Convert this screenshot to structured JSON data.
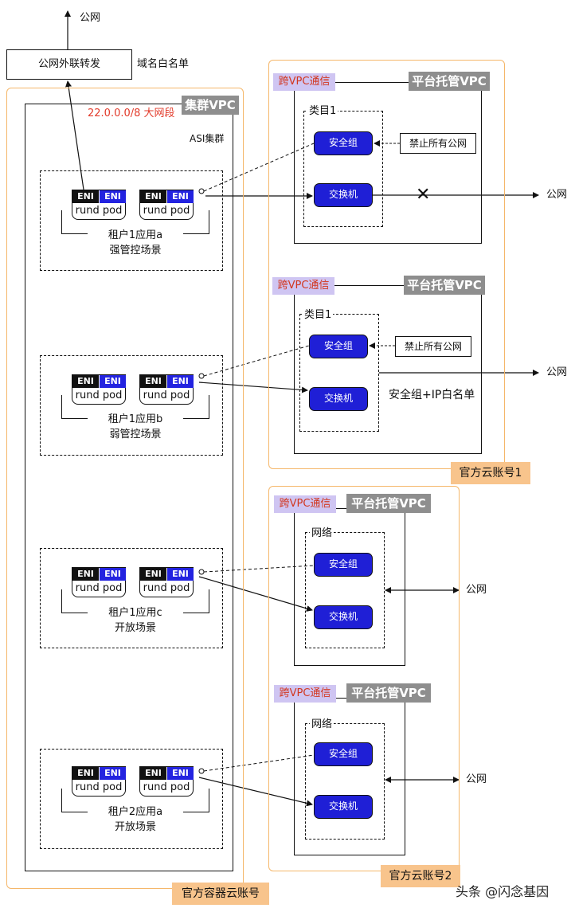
{
  "labels": {
    "public_net": "公网",
    "egress": "公网外联转发",
    "domain_whitelist": "域名白名单",
    "cluster_vpc": "集群VPC",
    "cidr": "22.0.0.0/8 大网段",
    "asi_cluster": "ASI集群",
    "eni": "ENI",
    "rund": "rund",
    "pod": "pod",
    "cross_vpc": "跨VPC通信",
    "platform_vpc": "平台托管VPC",
    "category1": "类目1",
    "network": "网络",
    "security_group": "安全组",
    "switch": "交换机",
    "ban_public": "禁止所有公网",
    "sg_ip_whitelist": "安全组+IP白名单",
    "cross_mark": "✕",
    "official_account_1": "官方云账号1",
    "official_account_2": "官方云账号2",
    "container_account": "官方容器云账号",
    "watermark": "头条 @闪念基因"
  },
  "scenarios": [
    {
      "app": "租户1应用a",
      "mode": "强管控场景"
    },
    {
      "app": "租户1应用b",
      "mode": "弱管控场景"
    },
    {
      "app": "租户1应用c",
      "mode": "开放场景"
    },
    {
      "app": "租户2应用a",
      "mode": "开放场景"
    }
  ],
  "colors": {
    "account_border": "#f5b76a",
    "account_label_bg": "#f8c48c",
    "vpc_label_bg": "#8e8e8e",
    "cross_vpc_bg": "#cfc5f2",
    "cross_vpc_text": "#d2371f",
    "node_blue": "#1f1fd6",
    "eni_blue": "#2323e0",
    "cidr_red": "#e23a2a"
  }
}
